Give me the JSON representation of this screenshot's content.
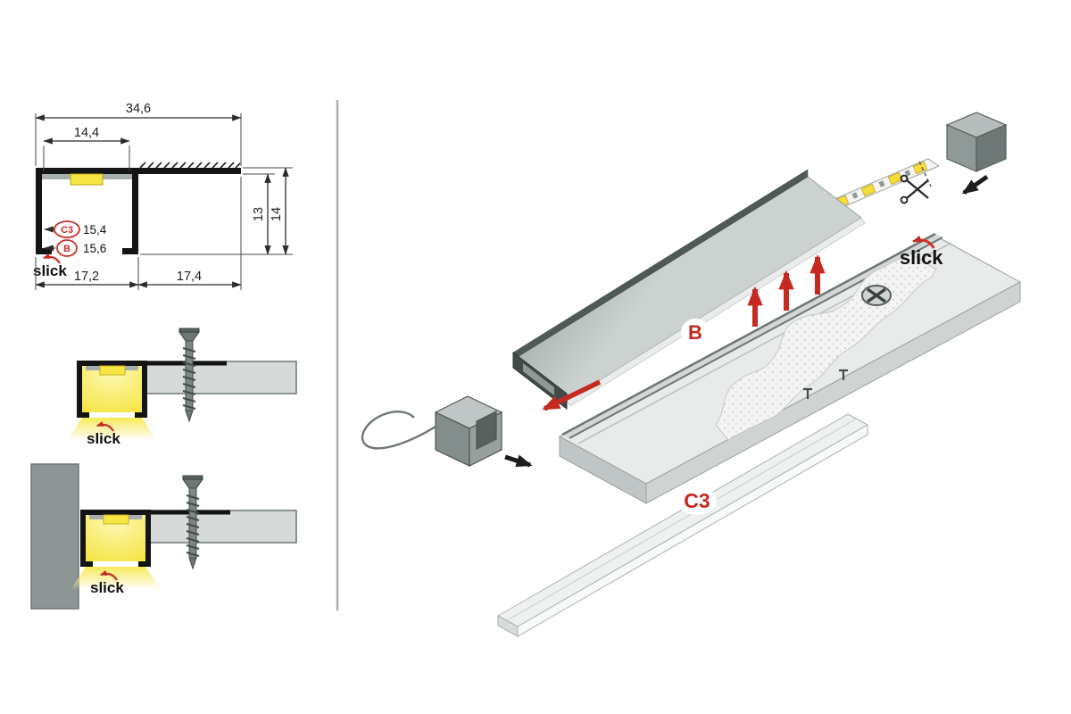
{
  "brand": "slick",
  "cross_section": {
    "dim_total_width": "34,6",
    "dim_led_cavity_width": "14,4",
    "dim_inner_height": "13",
    "dim_outer_height": "14",
    "row_c3": {
      "tag": "C3",
      "value": "15,4"
    },
    "row_b": {
      "tag": "B",
      "value": "15,6"
    },
    "dim_bottom_left": "17,2",
    "dim_bottom_right": "17,4"
  },
  "assembly": {
    "profile_tag": "B",
    "cover_tag": "C3"
  },
  "colors": {
    "accent_red": "#cf2e24",
    "led_yellow": "#f6e545",
    "profile_black": "#141414",
    "panel_gray": "#d6dad9",
    "wall_gray": "#8d9694",
    "metal_gray": "#b9bfbe"
  }
}
